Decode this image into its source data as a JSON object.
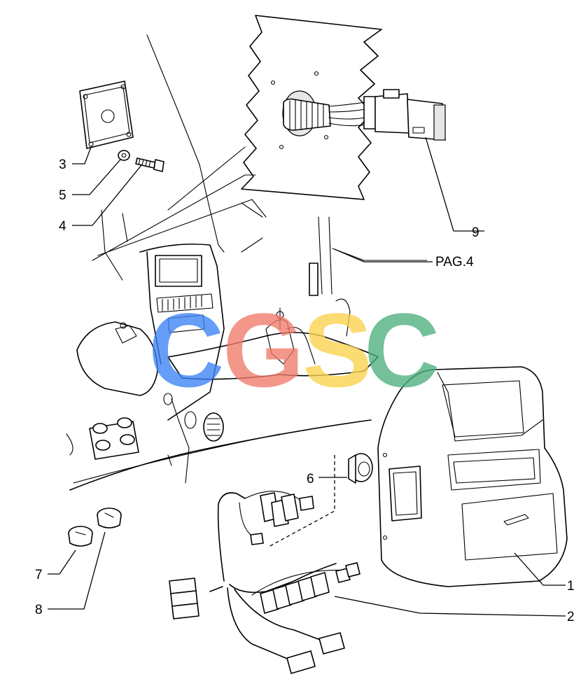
{
  "callouts": [
    {
      "id": "c1",
      "text": "1"
    },
    {
      "id": "c2",
      "text": "2"
    },
    {
      "id": "c3",
      "text": "3"
    },
    {
      "id": "c4",
      "text": "4"
    },
    {
      "id": "c5",
      "text": "5"
    },
    {
      "id": "c6",
      "text": "6"
    },
    {
      "id": "c7",
      "text": "7"
    },
    {
      "id": "c8",
      "text": "8"
    },
    {
      "id": "c9",
      "text": "9"
    }
  ],
  "page_reference": "PAG.4",
  "watermark": {
    "letters": [
      "C",
      "G",
      "S",
      "C"
    ],
    "colors": [
      "#3b82f6",
      "#f07b6b",
      "#fbd34d",
      "#4caf7d"
    ]
  }
}
